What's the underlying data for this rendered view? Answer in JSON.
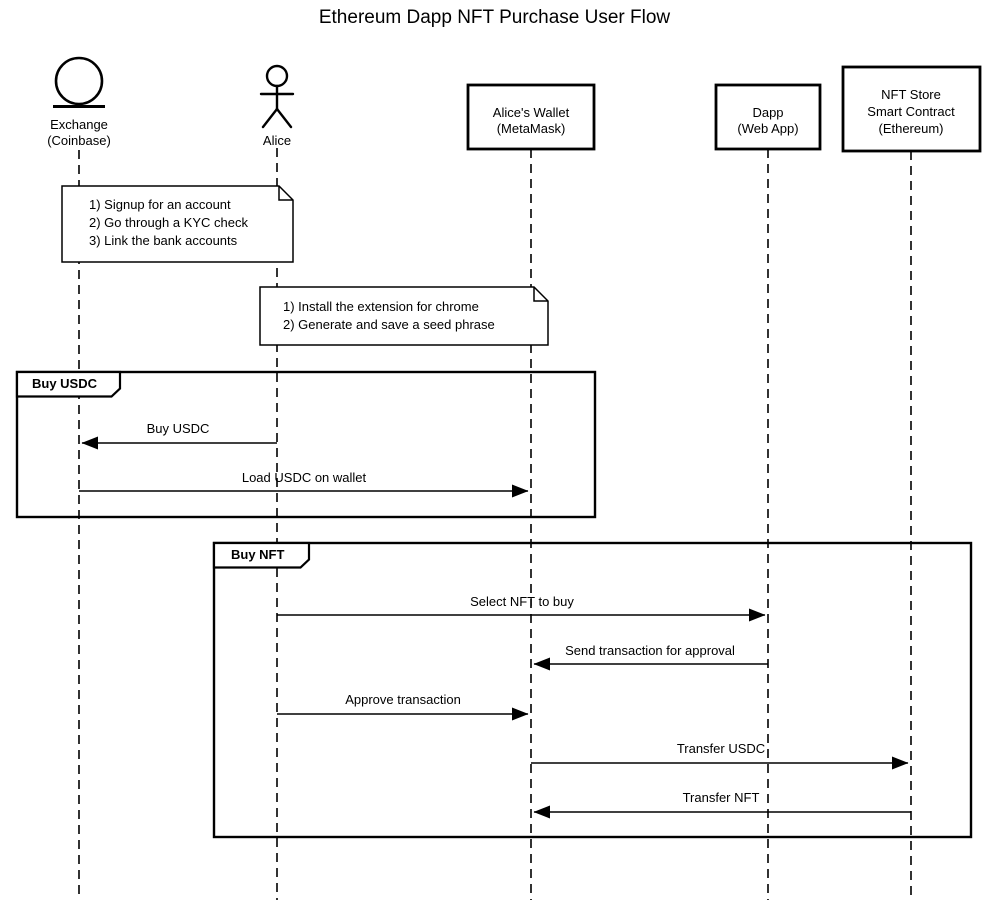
{
  "title": "Ethereum Dapp NFT Purchase User Flow",
  "colors": {
    "line": "#000000",
    "background": "#ffffff"
  },
  "participants": [
    {
      "kind": "entity",
      "label": "Exchange",
      "sublabel": "(Coinbase)"
    },
    {
      "kind": "actor",
      "label": "Alice"
    },
    {
      "kind": "box",
      "label": "Alice's Wallet",
      "sublabel": "(MetaMask)"
    },
    {
      "kind": "box",
      "label": "Dapp",
      "sublabel": "(Web App)"
    },
    {
      "kind": "box",
      "label": "NFT Store",
      "sublabel": "Smart Contract",
      "sublabel2": "(Ethereum)"
    }
  ],
  "notes": [
    {
      "lines": [
        "1) Signup for an account",
        "2) Go through a KYC check",
        "3) Link the bank accounts"
      ]
    },
    {
      "lines": [
        "1) Install the extension for chrome",
        "2) Generate and save a seed phrase"
      ]
    }
  ],
  "fragments": [
    {
      "label": "Buy USDC"
    },
    {
      "label": "Buy NFT"
    }
  ],
  "messages": [
    {
      "label": "Buy USDC",
      "from": "Alice",
      "to": "Exchange"
    },
    {
      "label": "Load USDC on wallet",
      "from": "Exchange",
      "to": "Alice's Wallet"
    },
    {
      "label": "Select NFT to buy",
      "from": "Alice",
      "to": "Dapp"
    },
    {
      "label": "Send transaction for approval",
      "from": "Dapp",
      "to": "Alice's Wallet"
    },
    {
      "label": "Approve transaction",
      "from": "Alice",
      "to": "Alice's Wallet"
    },
    {
      "label": "Transfer USDC",
      "from": "Alice's Wallet",
      "to": "NFT Store Smart Contract"
    },
    {
      "label": "Transfer NFT",
      "from": "NFT Store Smart Contract",
      "to": "Alice's Wallet"
    }
  ]
}
